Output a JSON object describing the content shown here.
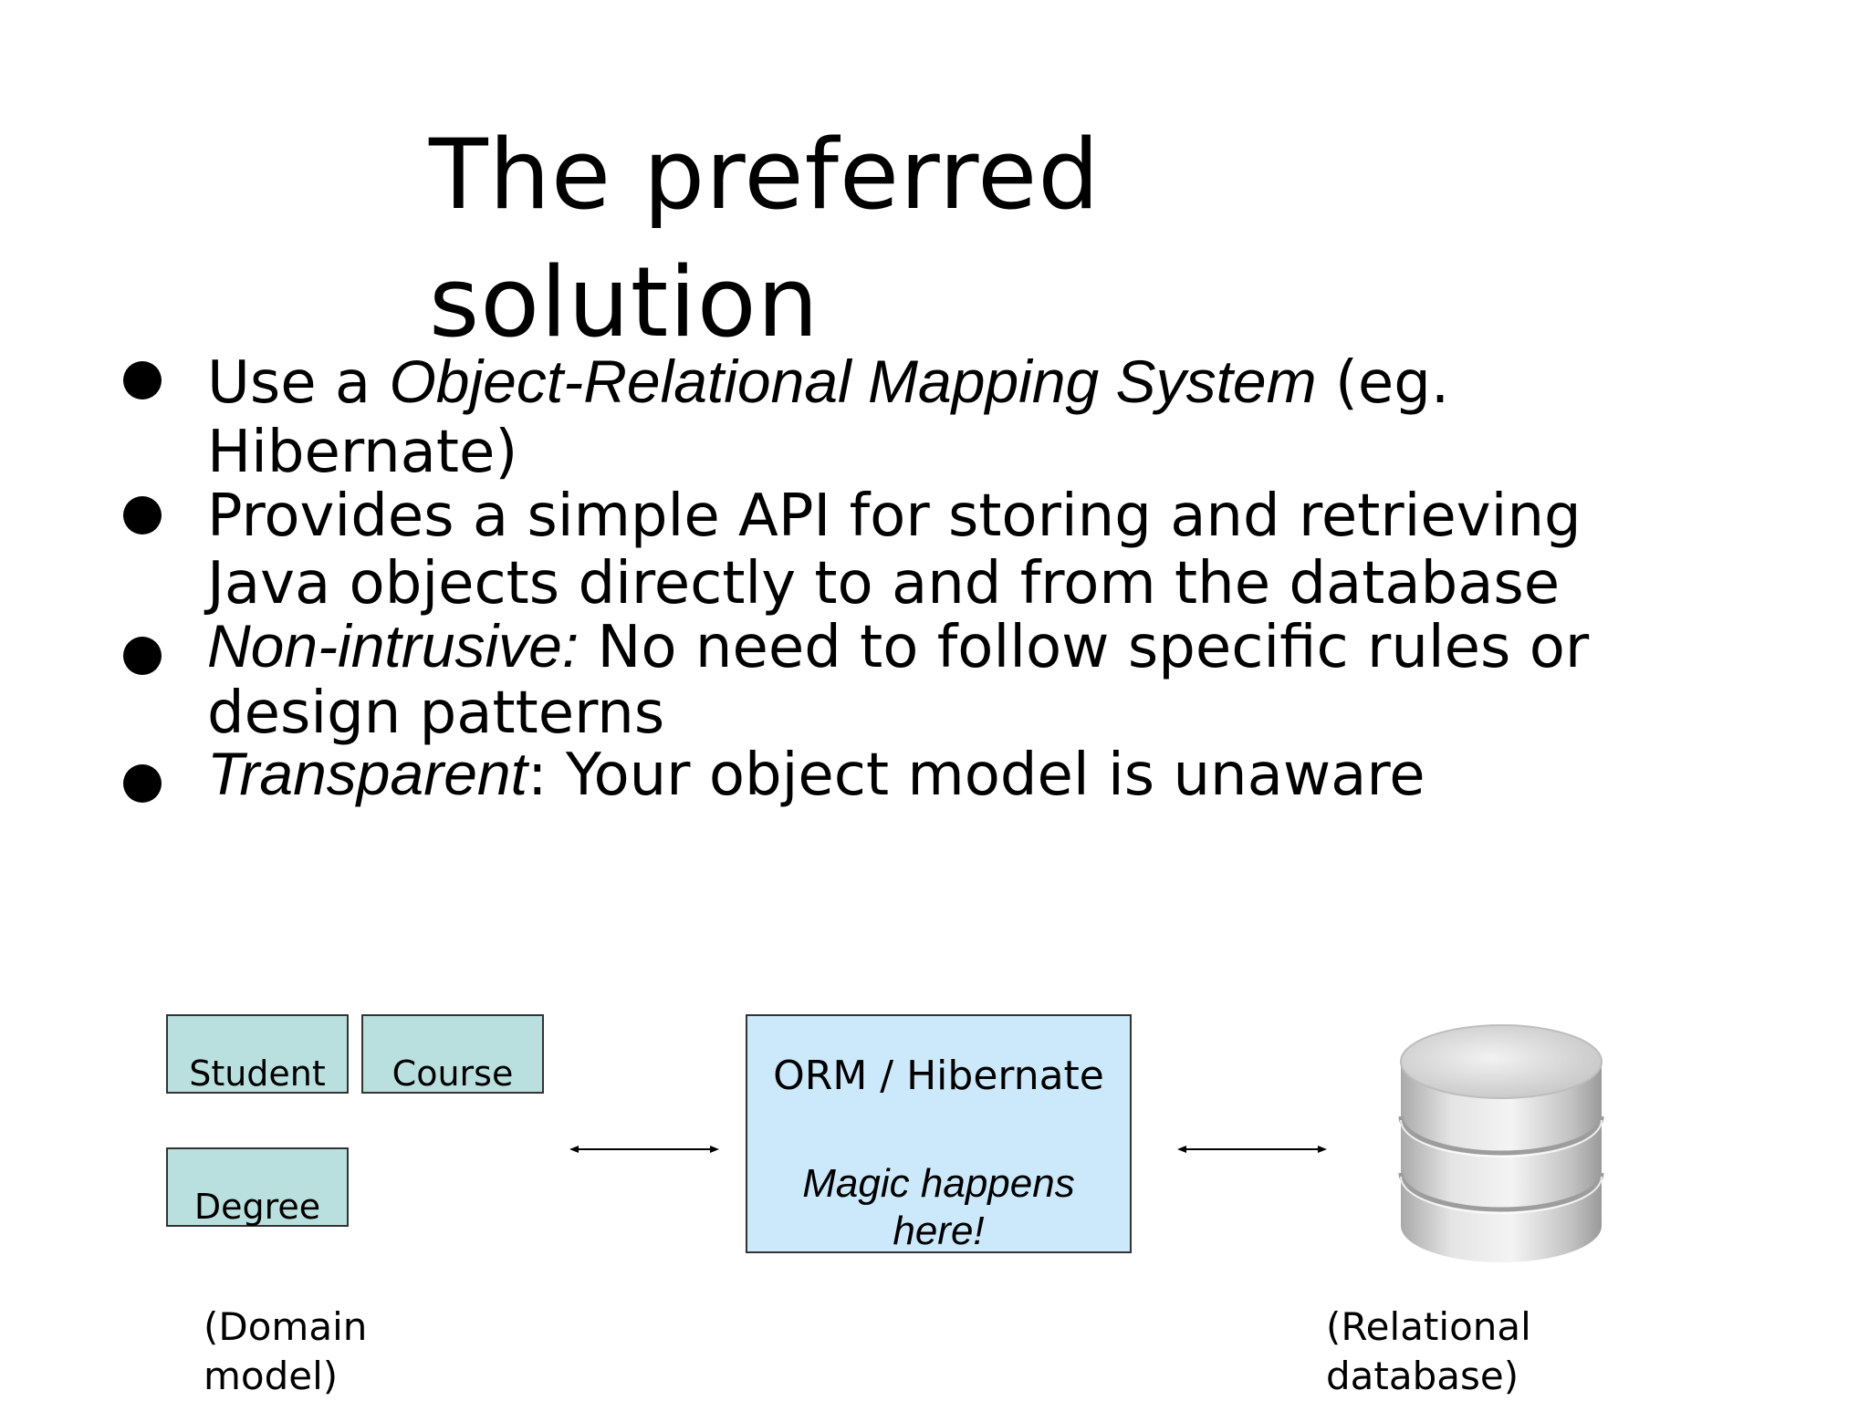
{
  "slide": {
    "title": "The preferred solution",
    "bullets": [
      {
        "prefix": "Use a ",
        "emphasis": "Object-Relational Mapping System",
        "suffix": " (eg. Hibernate)"
      },
      {
        "prefix": "Provides a simple API for storing and retrieving Java  objects directly to and from the database",
        "emphasis": "",
        "suffix": ""
      },
      {
        "prefix": "",
        "emphasis": "Non-intrusive:",
        "suffix": " No need to follow specific rules or design  patterns"
      },
      {
        "prefix": "",
        "emphasis": "Transparent",
        "suffix": ": Your object model is unaware"
      }
    ]
  },
  "diagram": {
    "domain_classes": [
      "Student",
      "Course",
      "Degree"
    ],
    "orm": {
      "title": "ORM / Hibernate",
      "subtitle": "Magic happens here!"
    },
    "captions": {
      "domain": "(Domain model)",
      "database": "(Relational database)"
    },
    "icons": {
      "database": "database-icon"
    },
    "colors": {
      "domain_box": "#b9e0de",
      "orm_box": "#cbe9fb"
    }
  }
}
